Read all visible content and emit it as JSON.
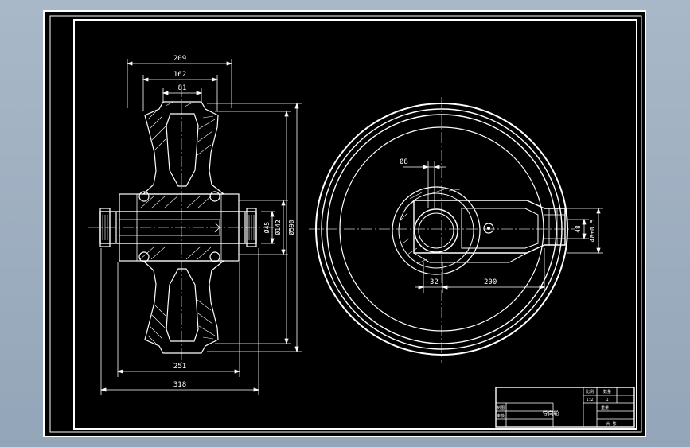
{
  "colors": {
    "background": "#93a5b8",
    "paper": "#000000",
    "line": "#ffffff",
    "center_line": "#c8c8c8"
  },
  "side_view": {
    "dims": {
      "d209": "209",
      "d162": "162",
      "d81": "81",
      "d251": "251",
      "d318": "318",
      "dia_shaft": "Ø45",
      "dia_hub": "Ø142",
      "dia_outer": "Ø590"
    }
  },
  "front_view": {
    "dims": {
      "hole": "Ø8",
      "d48": "48",
      "d48tol": "48±0.5",
      "d32": "32",
      "d200": "200"
    }
  },
  "title_block": {
    "drawing_name": "导向轮",
    "scale_label": "比例",
    "scale_value": "1:2",
    "qty_label": "数量",
    "qty_value": "1",
    "weight_label": "重量",
    "drawn": "制图",
    "checked": "审核",
    "sheet": "共 张"
  }
}
